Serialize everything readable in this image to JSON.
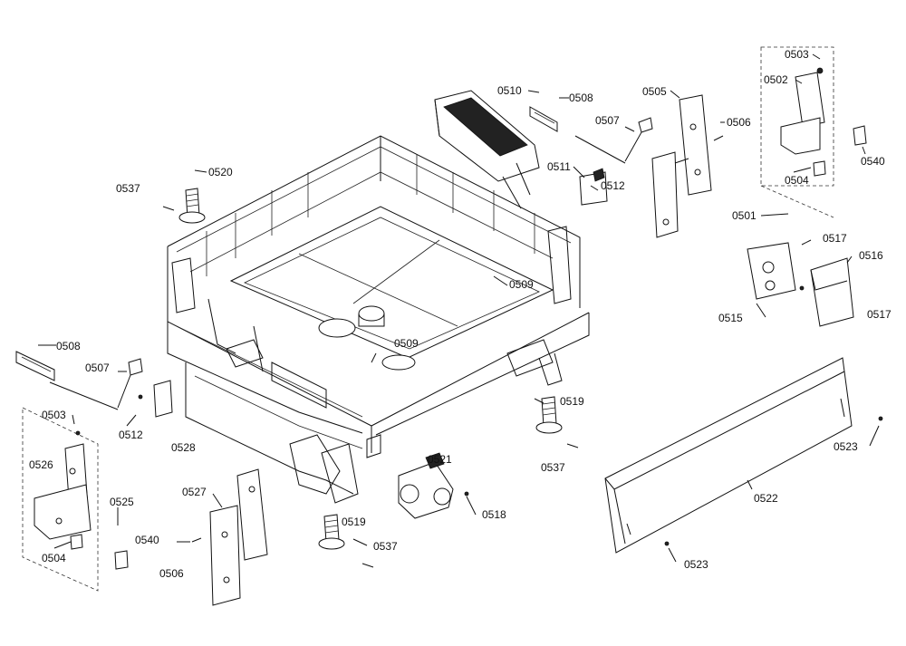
{
  "labels": {
    "l0503a": "0503",
    "l0502": "0502",
    "l0540a": "0540",
    "l0504a": "0504",
    "l0501": "0501",
    "l0510": "0510",
    "l0508a": "0508",
    "l0505": "0505",
    "l0506a": "0506",
    "l0507a": "0507",
    "l0511": "0511",
    "l0512a": "0512",
    "l0537a": "0537",
    "l0520": "0520",
    "l0509a": "0509",
    "l0509b": "0509",
    "l0517a": "0517",
    "l0516": "0516",
    "l0517b": "0517",
    "l0515": "0515",
    "l0508b": "0508",
    "l0507b": "0507",
    "l0512b": "0512",
    "l0528": "0528",
    "l0503b": "0503",
    "l0526": "0526",
    "l0525": "0525",
    "l0540b": "0540",
    "l0504b": "0504",
    "l0527": "0527",
    "l0506b": "0506",
    "l0519a": "0519",
    "l0537b": "0537",
    "l0521": "0521",
    "l0518": "0518",
    "l0519b": "0519",
    "l0537c": "0537",
    "l0523a": "0523",
    "l0522": "0522",
    "l0523b": "0523"
  }
}
